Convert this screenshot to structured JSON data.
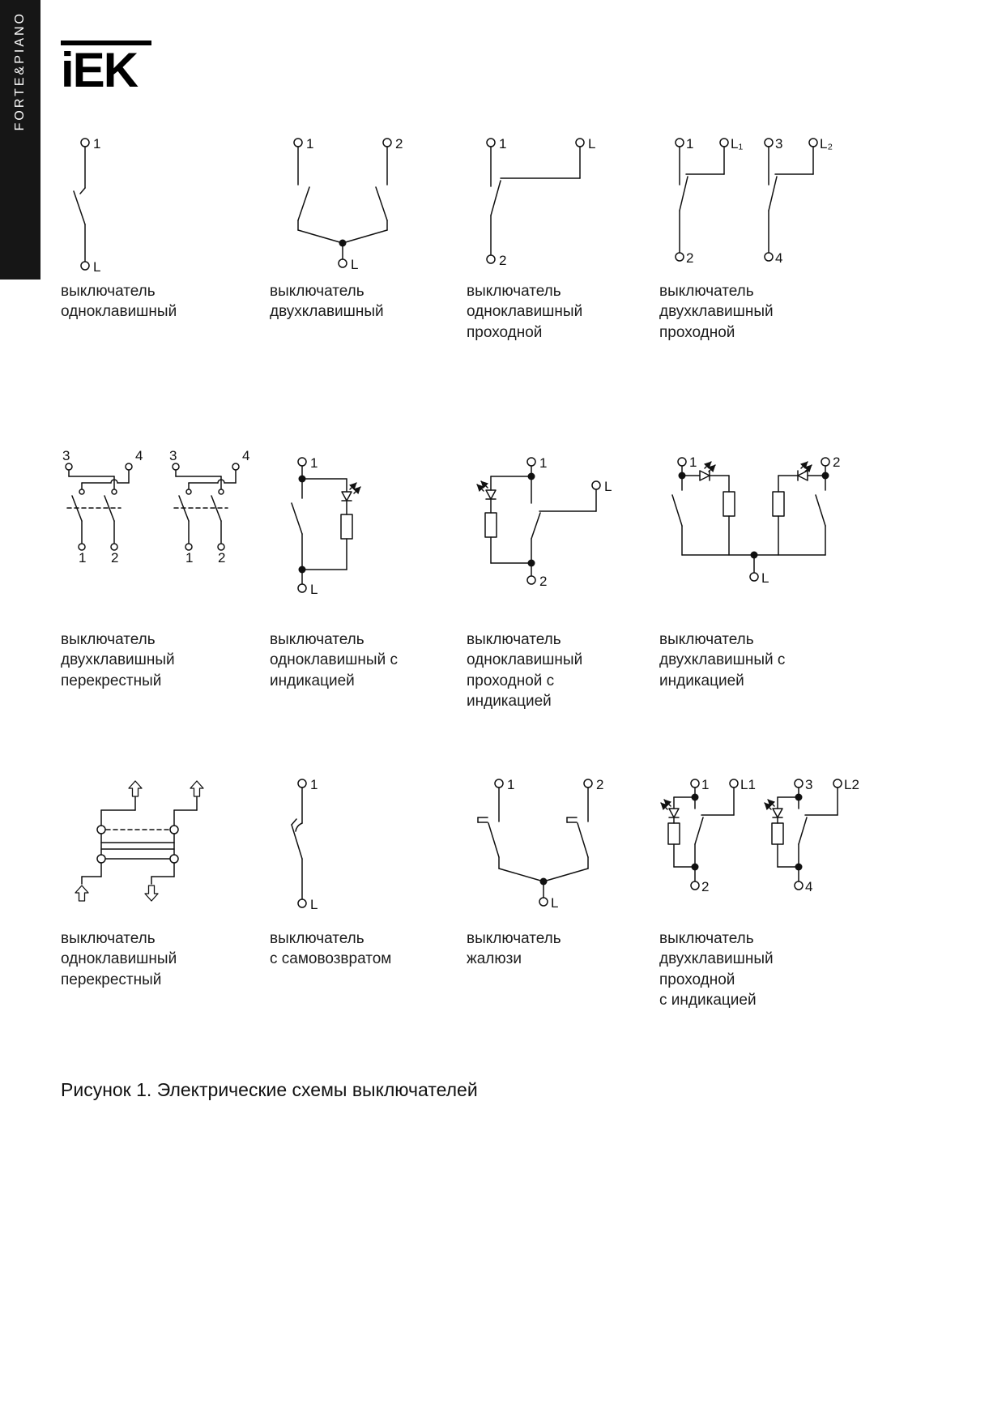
{
  "page": {
    "sidebar_text": "FORTE&PIANO",
    "brand": "iEK",
    "figure_caption": "Рисунок 1. Электрические схемы выключателей",
    "colors": {
      "ink": "#111111",
      "sidebar_bg": "#161616",
      "background": "#ffffff"
    }
  },
  "figures": [
    {
      "caption": "выключатель\nодноклавишный",
      "terminals": [
        "1",
        "L"
      ]
    },
    {
      "caption": "выключатель\nдвухклавишный",
      "terminals": [
        "1",
        "2",
        "L"
      ]
    },
    {
      "caption": "выключатель\nодноклавишный\nпроходной",
      "terminals": [
        "1",
        "L",
        "2"
      ]
    },
    {
      "caption": "выключатель\nдвухклавишный\nпроходной",
      "terminals": [
        "1",
        "L₁",
        "2",
        "3",
        "L₂",
        "4"
      ]
    },
    {
      "caption": "выключатель\nдвухклавишный\nперекрестный",
      "terminals": [
        "3",
        "4",
        "1",
        "2",
        "3",
        "4",
        "1",
        "2"
      ]
    },
    {
      "caption": "выключатель\nодноклавишный с\nиндикацией",
      "terminals": [
        "1",
        "L"
      ]
    },
    {
      "caption": "выключатель\nодноклавишный\nпроходной с\nиндикацией",
      "terminals": [
        "1",
        "L",
        "2"
      ]
    },
    {
      "caption": "выключатель\nдвухклавишный с\nиндикацией",
      "terminals": [
        "1",
        "2",
        "L"
      ]
    },
    {
      "caption": "выключатель\nодноклавишный\nперекрестный",
      "terminals": []
    },
    {
      "caption": "выключатель\nс самовозвратом",
      "terminals": [
        "1",
        "L"
      ]
    },
    {
      "caption": "выключатель\nжалюзи",
      "terminals": [
        "1",
        "2",
        "L"
      ]
    },
    {
      "caption": "выключатель\nдвухклавишный\nпроходной\nс индикацией",
      "terminals": [
        "1",
        "L1",
        "2",
        "3",
        "L2",
        "4"
      ]
    }
  ]
}
